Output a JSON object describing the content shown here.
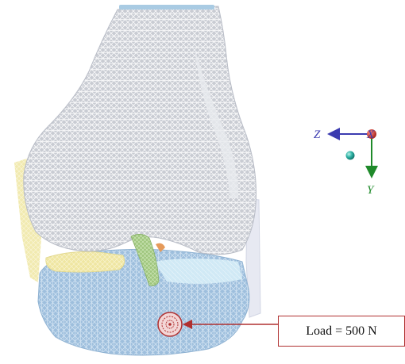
{
  "axes": {
    "z_label": "Z",
    "x_label": "X",
    "y_label": "Y",
    "z_color": "#3b3bb0",
    "y_color": "#1f8a2a",
    "x_color": "#c0281f"
  },
  "load": {
    "label": "Load = 500 N",
    "color": "#b03030"
  },
  "parts": {
    "femur": "femur-mesh",
    "tibia": "tibia-mesh",
    "fibula": "fibula-mesh",
    "patella_side": "lateral-yellow-mesh",
    "meniscus": "meniscus-yellow-mesh",
    "ligament": "green-ligament-mesh"
  },
  "colors": {
    "femur": "#d4d6dc",
    "tibia": "#a9c5e0",
    "fibula": "#e6e8f0",
    "yellow": "#efe7a8",
    "green": "#a9cc8a",
    "cartilage": "#d6ecf6"
  }
}
